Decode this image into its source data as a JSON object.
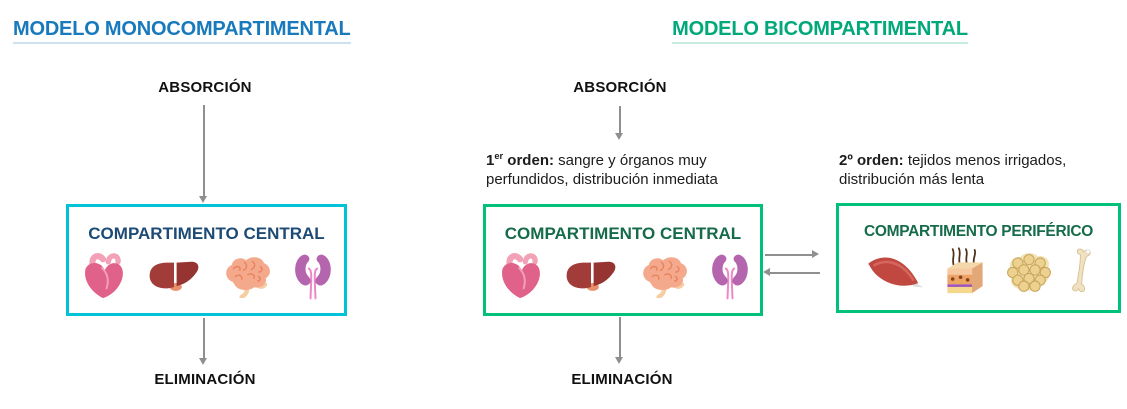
{
  "left_model": {
    "title": "MODELO MONOCOMPARTIMENTAL",
    "absorption_label": "ABSORCIÓN",
    "elimination_label": "ELIMINACIÓN",
    "central_box": {
      "title": "COMPARTIMENTO CENTRAL",
      "organs": [
        "heart",
        "liver",
        "brain",
        "kidneys"
      ]
    }
  },
  "right_model": {
    "title": "MODELO BICOMPARTIMENTAL",
    "absorption_label": "ABSORCIÓN",
    "elimination_label": "ELIMINACIÓN",
    "first_order_note": {
      "number": "1",
      "superscript": "er",
      "bold_rest": " orden:",
      "text": " sangre y órganos muy perfundidos, distribución inmediata"
    },
    "second_order_note": {
      "bold": "2º orden:",
      "text": " tejidos menos irrigados, distribución más lenta"
    },
    "central_box": {
      "title": "COMPARTIMENTO CENTRAL",
      "organs": [
        "heart",
        "liver",
        "brain",
        "kidneys"
      ]
    },
    "peripheral_box": {
      "title": "COMPARTIMENTO PERIFÉRICO",
      "tissues": [
        "muscle",
        "skin",
        "adipose-tissue",
        "bone"
      ]
    }
  },
  "colors": {
    "left_title": "#1879bd",
    "right_title": "#00a87a",
    "left_box_border": "#00c3d7",
    "right_box_border": "#00c17a",
    "left_box_title": "#1d4b75",
    "right_box_title": "#156b4a",
    "arrow": "#8f8f8f",
    "body_text": "#1c1c1c"
  }
}
